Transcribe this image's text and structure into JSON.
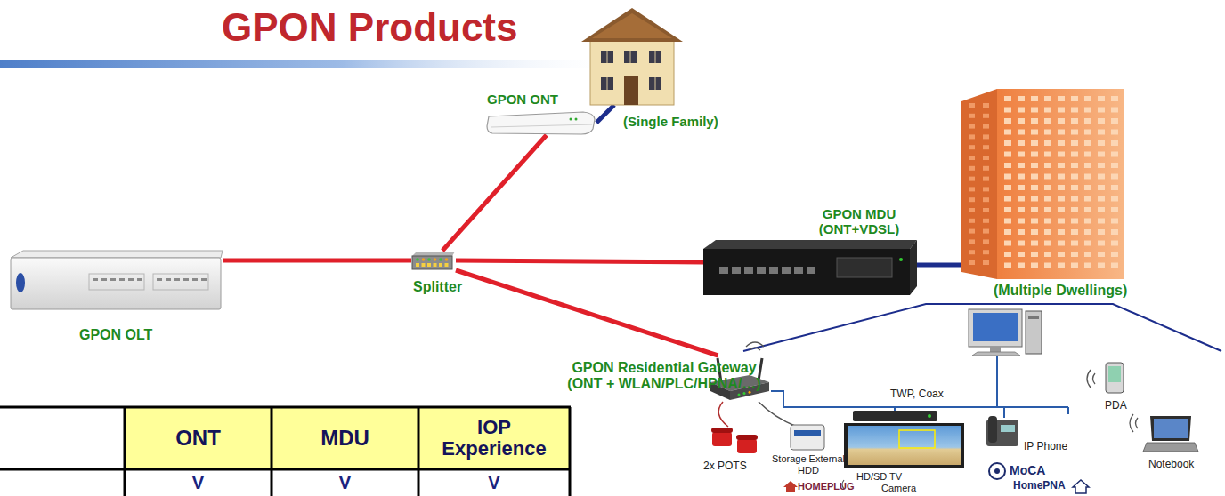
{
  "diagram": {
    "title": "GPON Products",
    "nodes": [
      {
        "text": [
          "GPON ONT"
        ]
      },
      {
        "text": [
          "(Single Family)"
        ]
      },
      {
        "text": [
          "GPON OLT"
        ]
      },
      {
        "text": [
          "Splitter"
        ]
      },
      {
        "text": [
          "GPON MDU (ONT+VDSL)"
        ]
      },
      {
        "text": [
          "(Multiple Dwellings)"
        ]
      },
      {
        "text": [
          "GPON Residential Gateway (ONT + WLAN/PLC/HPNA/…)"
        ]
      }
    ],
    "edges": [
      {
        "from": 2,
        "to": 3,
        "arrow": "none"
      },
      {
        "from": 3,
        "to": 0,
        "arrow": "none"
      },
      {
        "from": 3,
        "to": 4,
        "arrow": "none"
      },
      {
        "from": 3,
        "to": 6,
        "arrow": "none"
      },
      {
        "from": 0,
        "to": 1,
        "arrow": "none"
      },
      {
        "from": 4,
        "to": 5,
        "arrow": "none"
      }
    ],
    "labels": [
      "ONT",
      "MDU",
      "IOP Experience",
      "V",
      "V",
      "V",
      "TWP, Coax",
      "PDA",
      "IP Phone",
      "Notebook",
      "2x POTS",
      "Storage External HDD",
      "HD/SD TV",
      "Camera",
      "MoCA",
      "HomePNA",
      "HOMEPLUG"
    ]
  }
}
